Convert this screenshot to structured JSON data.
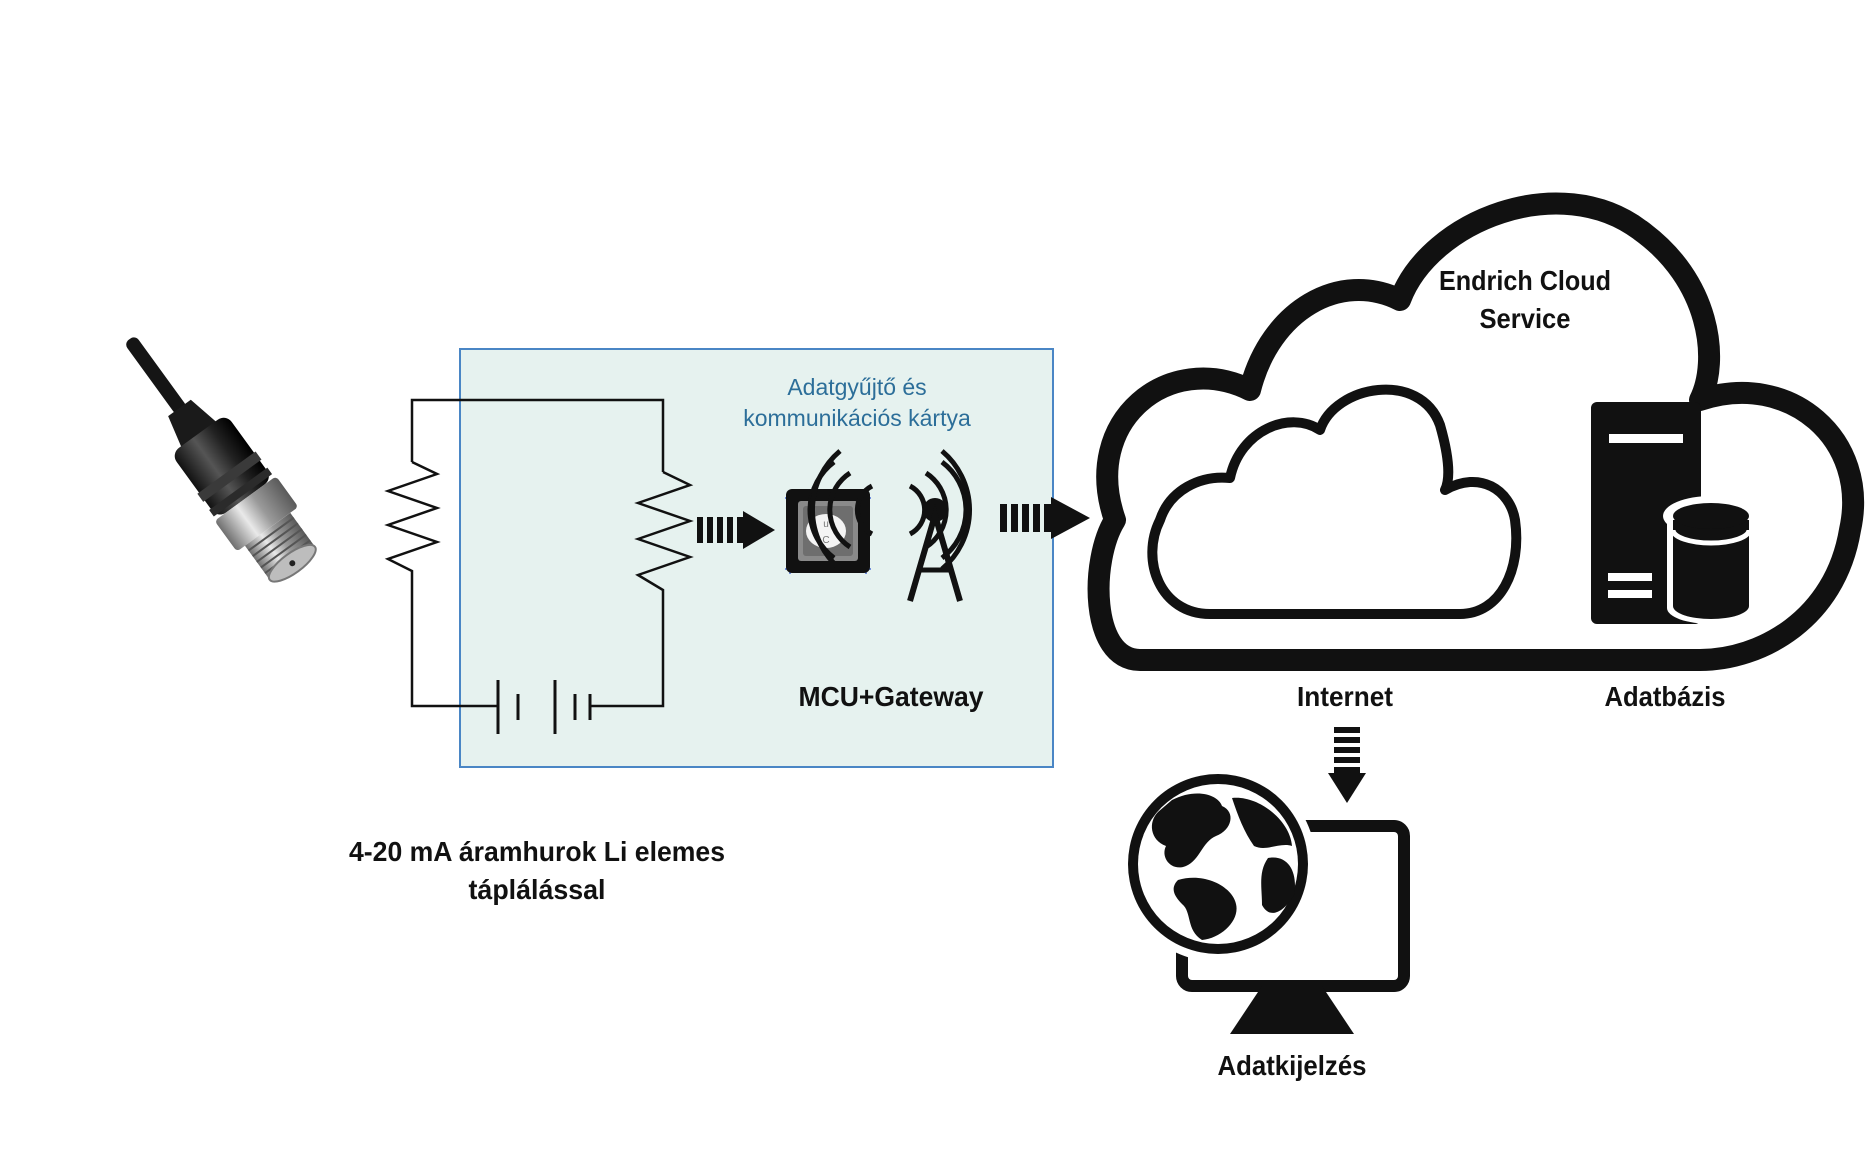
{
  "labels": {
    "card_title_line1": "Adatgyűjtő és",
    "card_title_line2": "kommunikációs kártya",
    "mcu_gateway": "MCU+Gateway",
    "current_loop_line1": "4-20 mA áramhurok Li elemes",
    "current_loop_line2": "táplálással",
    "cloud_title_line1": "Endrich Cloud",
    "cloud_title_line2": "Service",
    "internet": "Internet",
    "database": "Adatbázis",
    "display": "Adatkijelzés"
  },
  "colors": {
    "card_fill": "#e6f2ef",
    "card_border": "#4a86c5",
    "card_text": "#2c6e99",
    "ink": "#111111"
  },
  "icons": {
    "sensor": "pressure-sensor-icon",
    "mcu": "microcontroller-chip-icon",
    "antenna": "radio-tower-icon",
    "cloud": "cloud-icon",
    "server": "server-database-icon",
    "monitor": "monitor-globe-icon"
  }
}
